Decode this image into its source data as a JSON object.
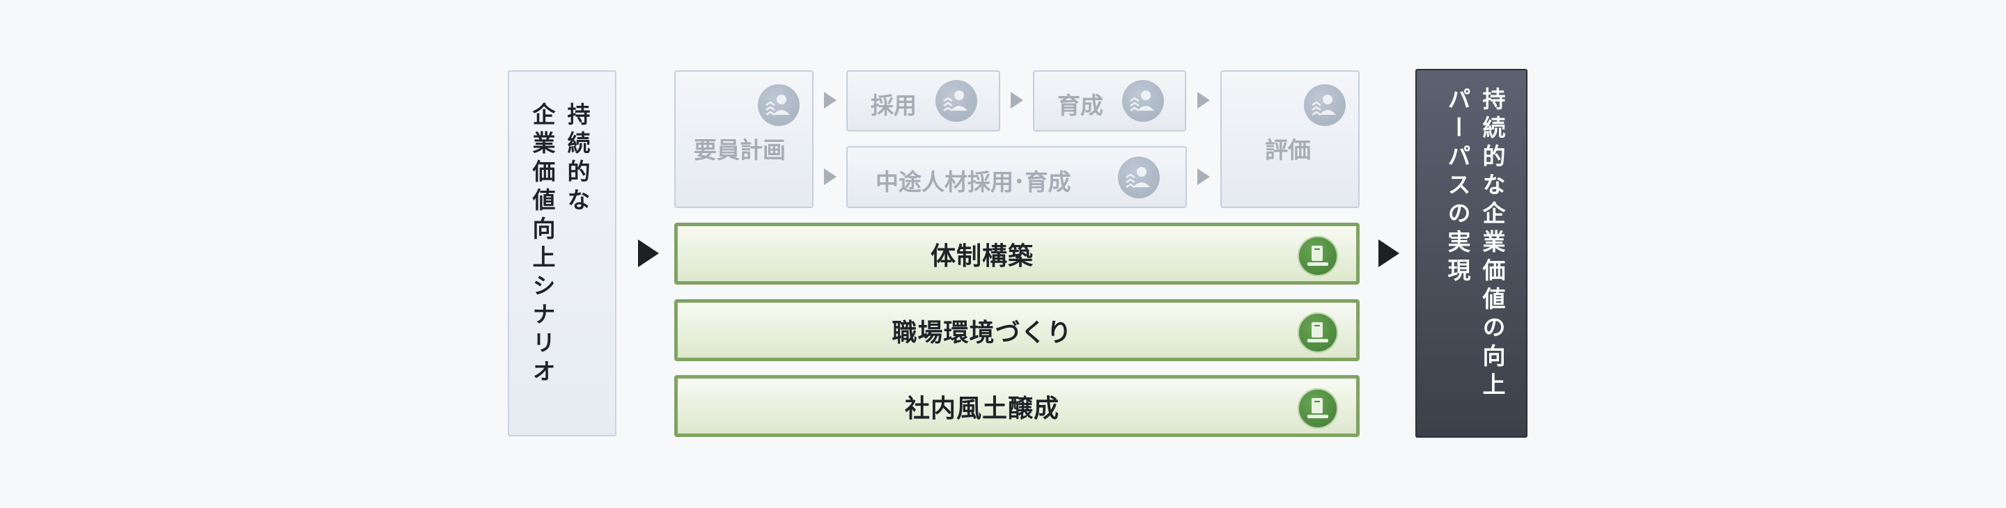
{
  "left_box": {
    "lines": [
      "持続的な",
      "企業価値向上シナリオ"
    ]
  },
  "process": {
    "planning": "要員計画",
    "recruiting": "採用",
    "training": "育成",
    "midcareer": "中途人材採用･育成",
    "evaluation": "評価"
  },
  "initiatives": [
    {
      "label": "体制構築"
    },
    {
      "label": "職場環境づくり"
    },
    {
      "label": "社内風土醸成"
    }
  ],
  "right_box": {
    "lines": [
      "持続的な企業価値の向上",
      "パーパスの実現"
    ]
  },
  "colors": {
    "green_border": "#7fa363",
    "green_icon": "#3e7b33",
    "dark_box": "#3c4049",
    "faded_text": "#a6acb5",
    "arrow": "#1e2024"
  },
  "icons": {
    "process": "people-wave-icon",
    "initiative": "document-icon"
  }
}
